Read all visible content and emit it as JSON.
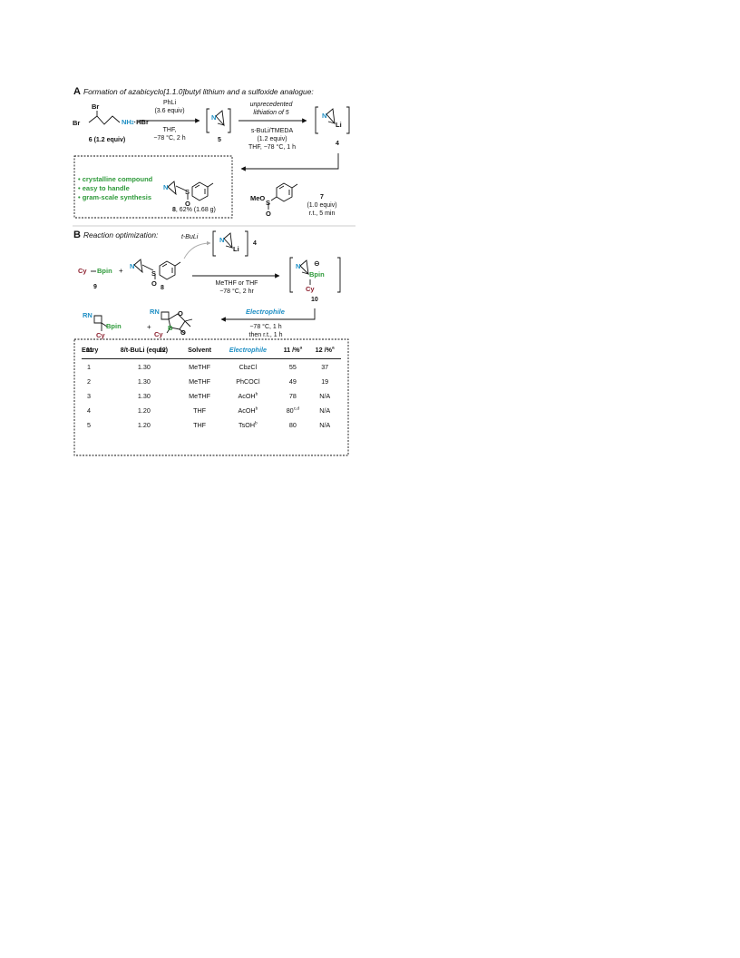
{
  "sectionA": {
    "letter": "A",
    "title": "Formation of azabicyclo[1.1.0]butyl lithium and a sulfoxide analogue:",
    "start_label": "6 (1.2 equiv)",
    "atoms": {
      "br1": "Br",
      "br2": "Br",
      "amine": "NH",
      "amine_sub": "2",
      "hbr": "·HBr",
      "n": "N",
      "li": "Li",
      "meo": "MeO",
      "s": "S",
      "o": "O"
    },
    "step1": {
      "reagent": "PhLi",
      "equiv": "(3.6 equiv)",
      "solvent": "THF,",
      "conditions": "−78 °C, 2 h"
    },
    "step2": {
      "note1": "unprecedented",
      "note2": "lithiation of 5",
      "reagent": "s-BuLi/TMEDA",
      "equiv": "(1.2 equiv)",
      "conditions": "THF, −78 °C, 1 h"
    },
    "compound5": "5",
    "compound4": "4",
    "sulfinate": {
      "num": "7",
      "equiv": "(1.0 equiv)",
      "conditions": "r.t., 5 min"
    },
    "box": {
      "bullets": [
        "• crystalline compound",
        "• easy to handle",
        "• gram-scale synthesis"
      ],
      "product_num": "8",
      "product_yield": ", 62% (1.68 g)"
    }
  },
  "sectionB": {
    "letter": "B",
    "title": "Reaction optimization:",
    "atoms": {
      "cy": "Cy",
      "bpin": "Bpin",
      "n": "N",
      "li": "Li",
      "s": "S",
      "o": "O",
      "rn": "RN",
      "b": "B",
      "plus": "+",
      "minus": "⊖"
    },
    "cmpd9": "9",
    "cmpd8": "8",
    "cmpd10": "10",
    "cmpd11": "11",
    "cmpd12": "12",
    "cmpd4": "4",
    "tbuli": "t-BuLi",
    "step1": {
      "solvent": "MeTHF or THF",
      "conditions": "−78 °C, 2 hr"
    },
    "step2": {
      "electrophile": "Electrophile",
      "cond1": "−78 °C, 1 h",
      "cond2": "then r.t., 1 h"
    }
  },
  "table": {
    "headers": [
      "Entry",
      "8/t-BuLi (equiv)",
      "Solvent",
      "Electrophile",
      "11 /%",
      "12 /%"
    ],
    "header_sups": [
      "",
      "",
      "",
      "",
      "a",
      "a"
    ],
    "rows": [
      {
        "entry": "1",
        "equiv": "1.30",
        "solvent": "MeTHF",
        "electrophile": "CbzCl",
        "e_sup": "",
        "y11": "55",
        "y11_sup": "",
        "y12": "37"
      },
      {
        "entry": "2",
        "equiv": "1.30",
        "solvent": "MeTHF",
        "electrophile": "PhCOCl",
        "e_sup": "",
        "y11": "49",
        "y11_sup": "",
        "y12": "19"
      },
      {
        "entry": "3",
        "equiv": "1.30",
        "solvent": "MeTHF",
        "electrophile": "AcOH",
        "e_sup": "b",
        "y11": "78",
        "y11_sup": "",
        "y12": "N/A"
      },
      {
        "entry": "4",
        "equiv": "1.20",
        "solvent": "THF",
        "electrophile": "AcOH",
        "e_sup": "b",
        "y11": "80",
        "y11_sup": "c,d",
        "y12": "N/A"
      },
      {
        "entry": "5",
        "equiv": "1.20",
        "solvent": "THF",
        "electrophile": "TsOH",
        "e_sup": "b",
        "y11": "80",
        "y11_sup": "",
        "y12": "N/A"
      }
    ]
  },
  "colors": {
    "accent_blue": "#1f8fc4",
    "accent_green": "#2e9a3a",
    "accent_maroon": "#8c1f2e",
    "ink": "#111111"
  }
}
